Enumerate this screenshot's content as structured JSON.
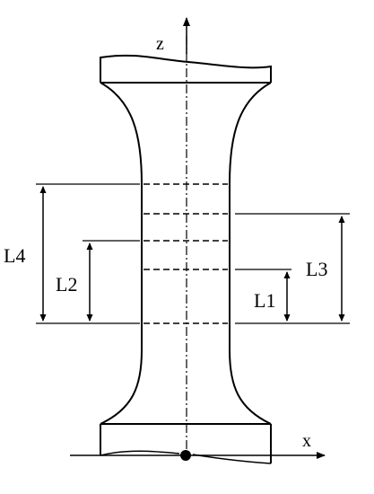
{
  "axes": {
    "z_label": "z",
    "x_label": "x"
  },
  "dimensions": [
    {
      "id": "L1",
      "label": "L1"
    },
    {
      "id": "L2",
      "label": "L2"
    },
    {
      "id": "L3",
      "label": "L3"
    },
    {
      "id": "L4",
      "label": "L4"
    }
  ],
  "colors": {
    "stroke": "#000000",
    "background": "#ffffff"
  }
}
